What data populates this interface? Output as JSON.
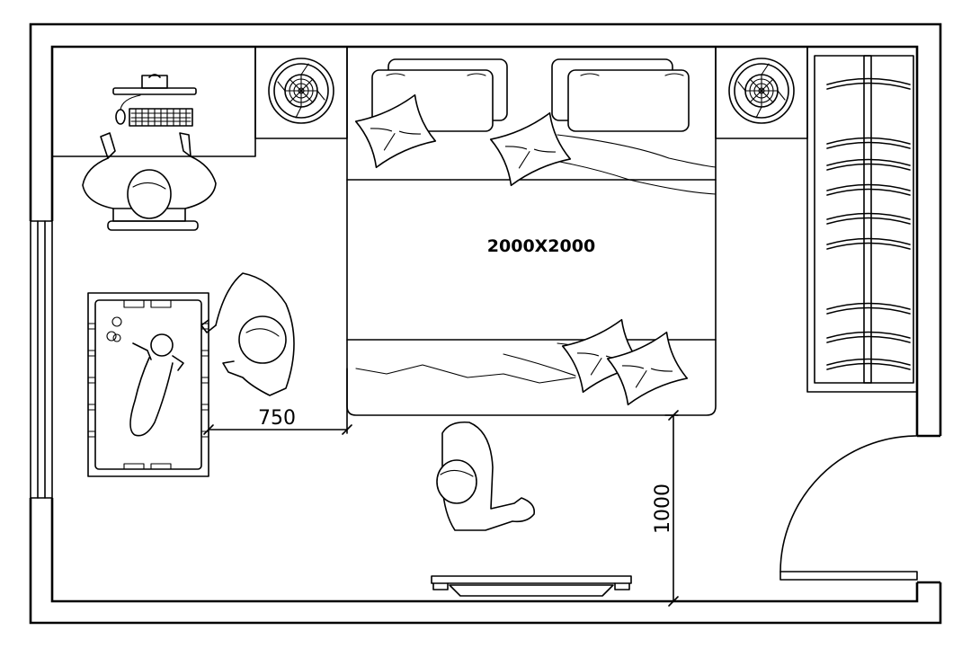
{
  "bed": {
    "size_label": "2000X2000"
  },
  "dimensions": {
    "bed_to_crib": "750",
    "bed_to_wall": "1000"
  },
  "colors": {
    "line": "#000000",
    "background": "#ffffff"
  },
  "icons": [
    "desk-computer-icon",
    "person-icon",
    "crib-icon",
    "baby-icon",
    "nightstand-lamp-icon",
    "pillow-icon",
    "wardrobe-icon",
    "door-swing-icon",
    "tv-icon",
    "window-icon"
  ]
}
